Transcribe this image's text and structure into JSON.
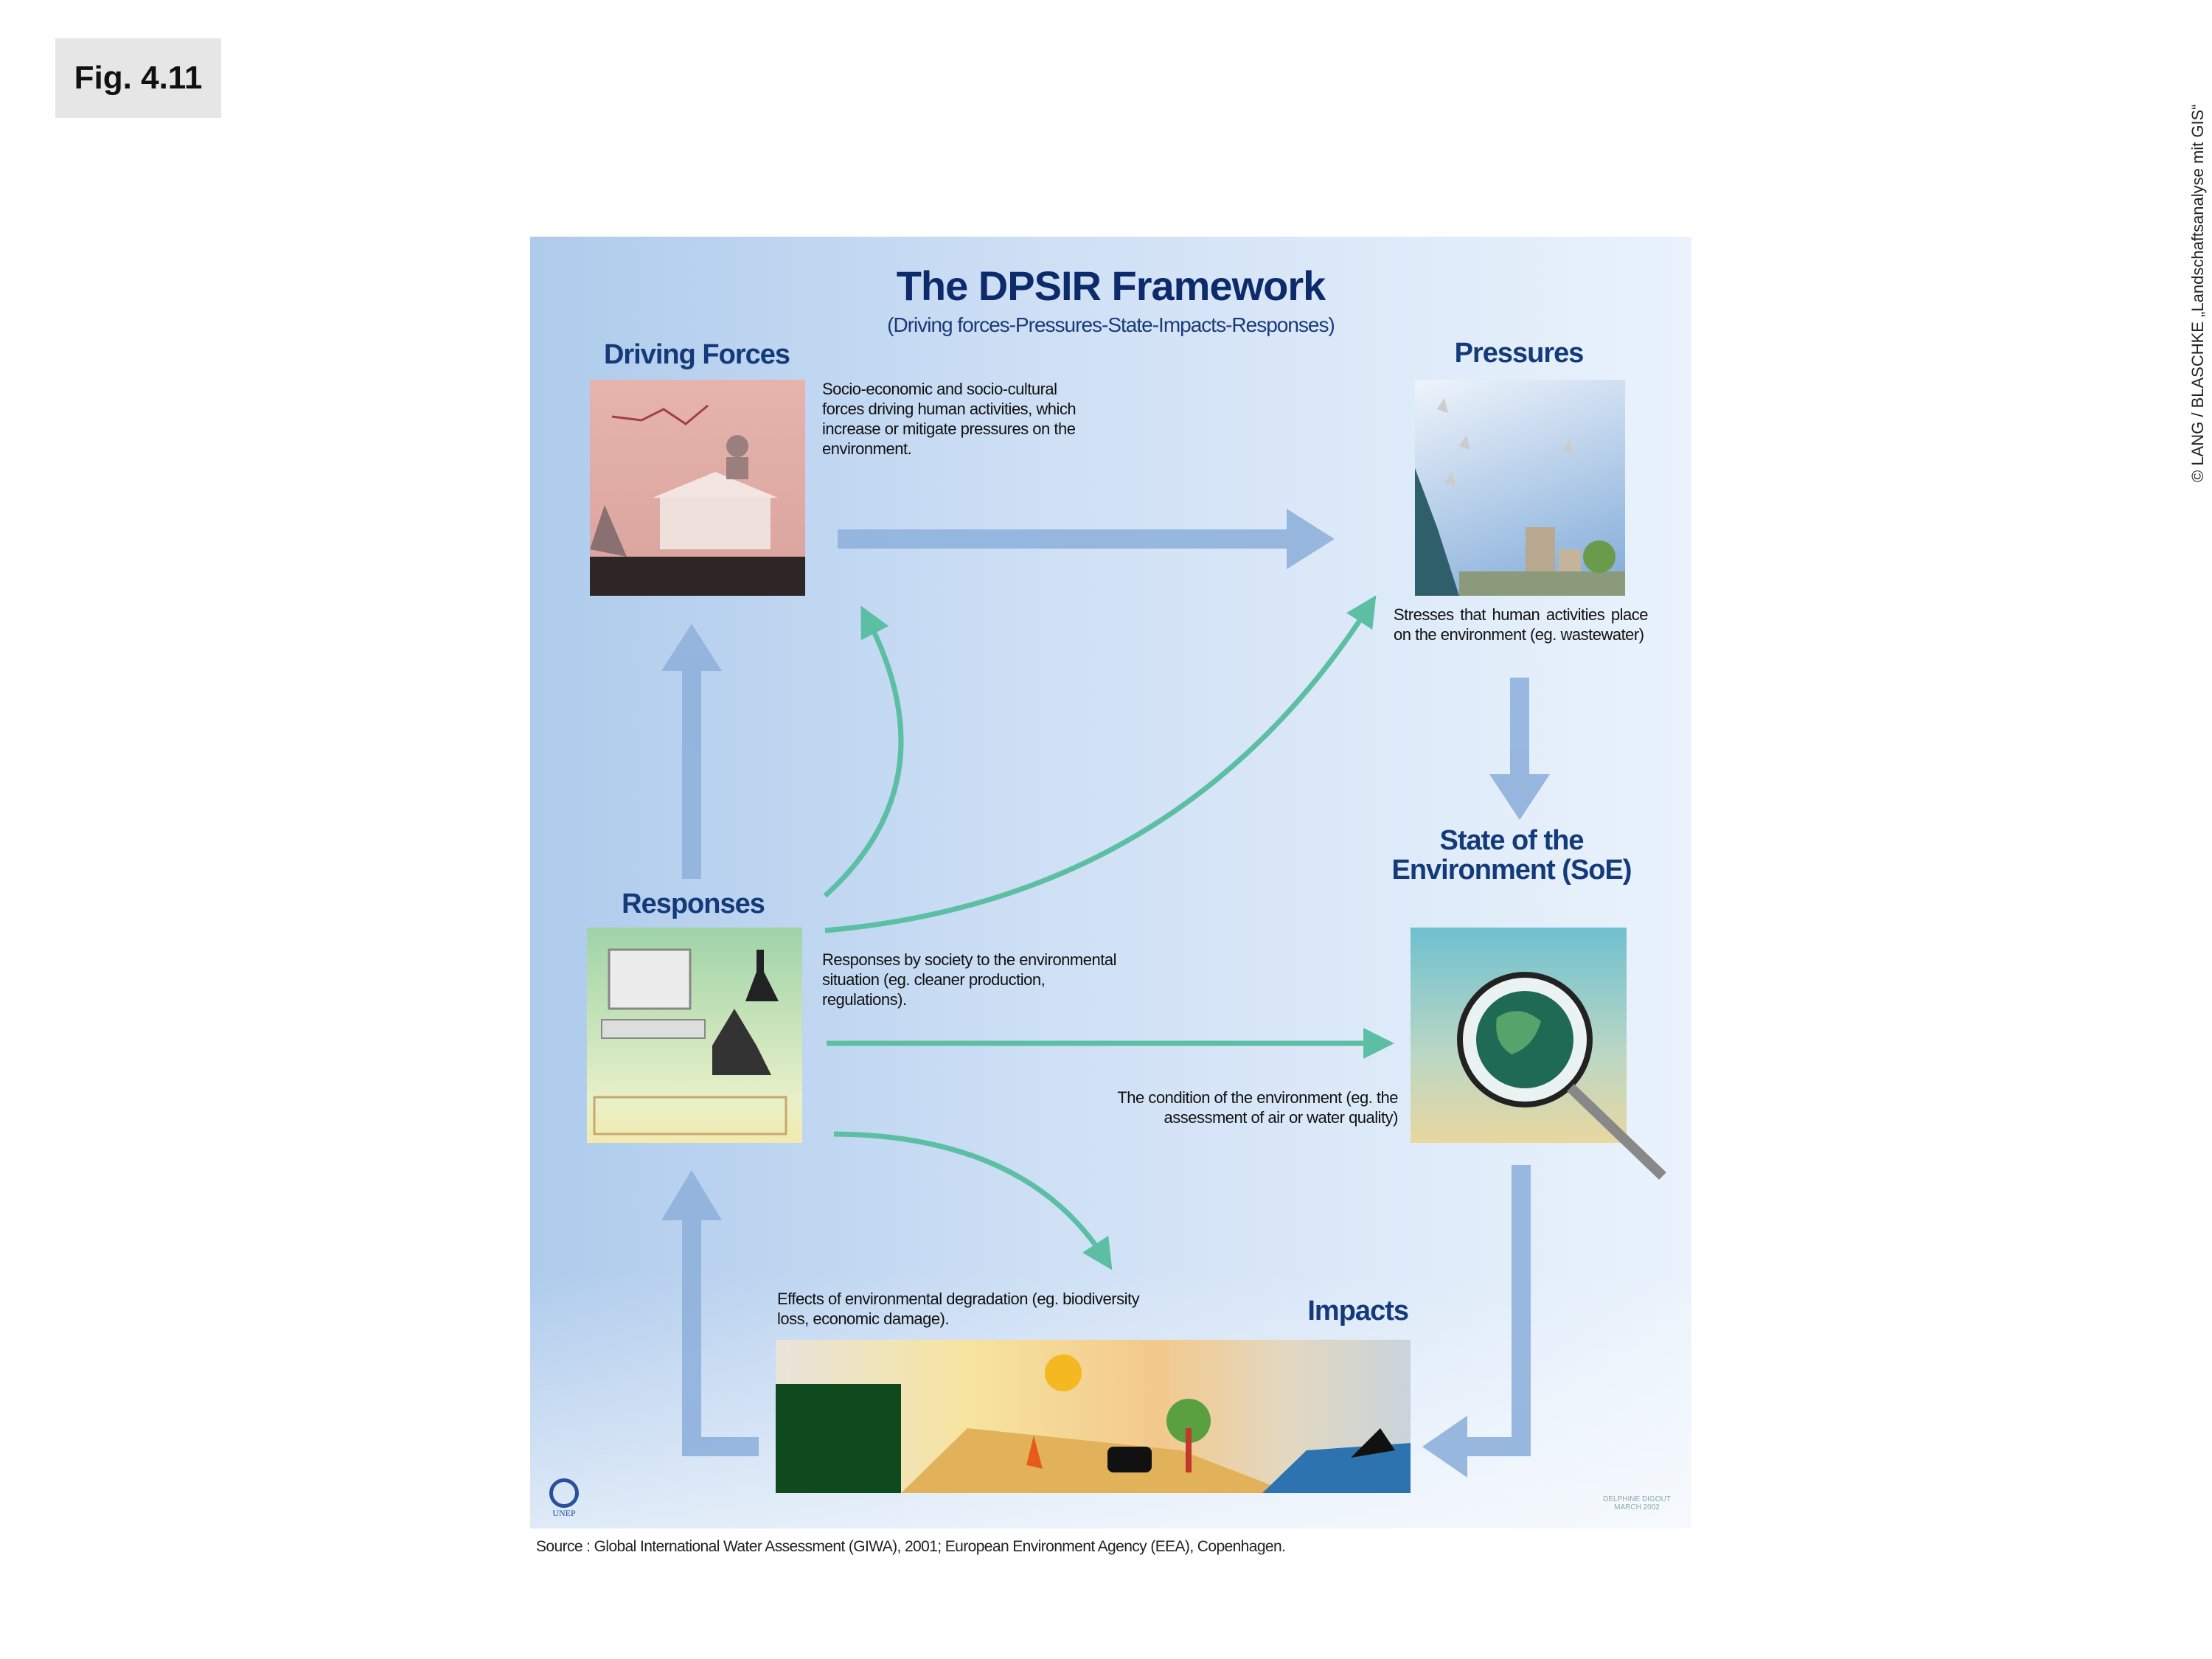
{
  "figure_label": "Fig. 4.11",
  "copyright": "© LANG / BLASCHKE „Landschaftsanalyse mit GIS“",
  "title": "The DPSIR Framework",
  "subtitle": "(Driving forces-Pressures-State-Impacts-Responses)",
  "nodes": {
    "driving_forces": {
      "label": "Driving Forces",
      "description": "Socio-economic and socio-cultural forces driving human activities, which increase or mitigate pressures on the environment."
    },
    "pressures": {
      "label": "Pressures",
      "description": "Stresses that human activities place on the environment (eg. wastewater)"
    },
    "state": {
      "label": "State of the Environment (SoE)",
      "description": "The condition of the environment (eg. the assessment of air or water quality)"
    },
    "impacts": {
      "label": "Impacts",
      "description": "Effects of environmental degradation (eg. biodiversity loss, economic damage)."
    },
    "responses": {
      "label": "Responses",
      "description": "Responses by society to the environmental situation (eg. cleaner production, regulations)."
    }
  },
  "logo": "UNEP",
  "credit": "DELPHINE DIGOUT MARCH 2002",
  "source": "Source : Global International Water Assessment (GIWA), 2001; European Environment Agency (EEA), Copenhagen.",
  "colors": {
    "main_arrow": "#7fa6d6",
    "response_arrow": "#5cbfa4",
    "title": "#0d2a6b"
  }
}
